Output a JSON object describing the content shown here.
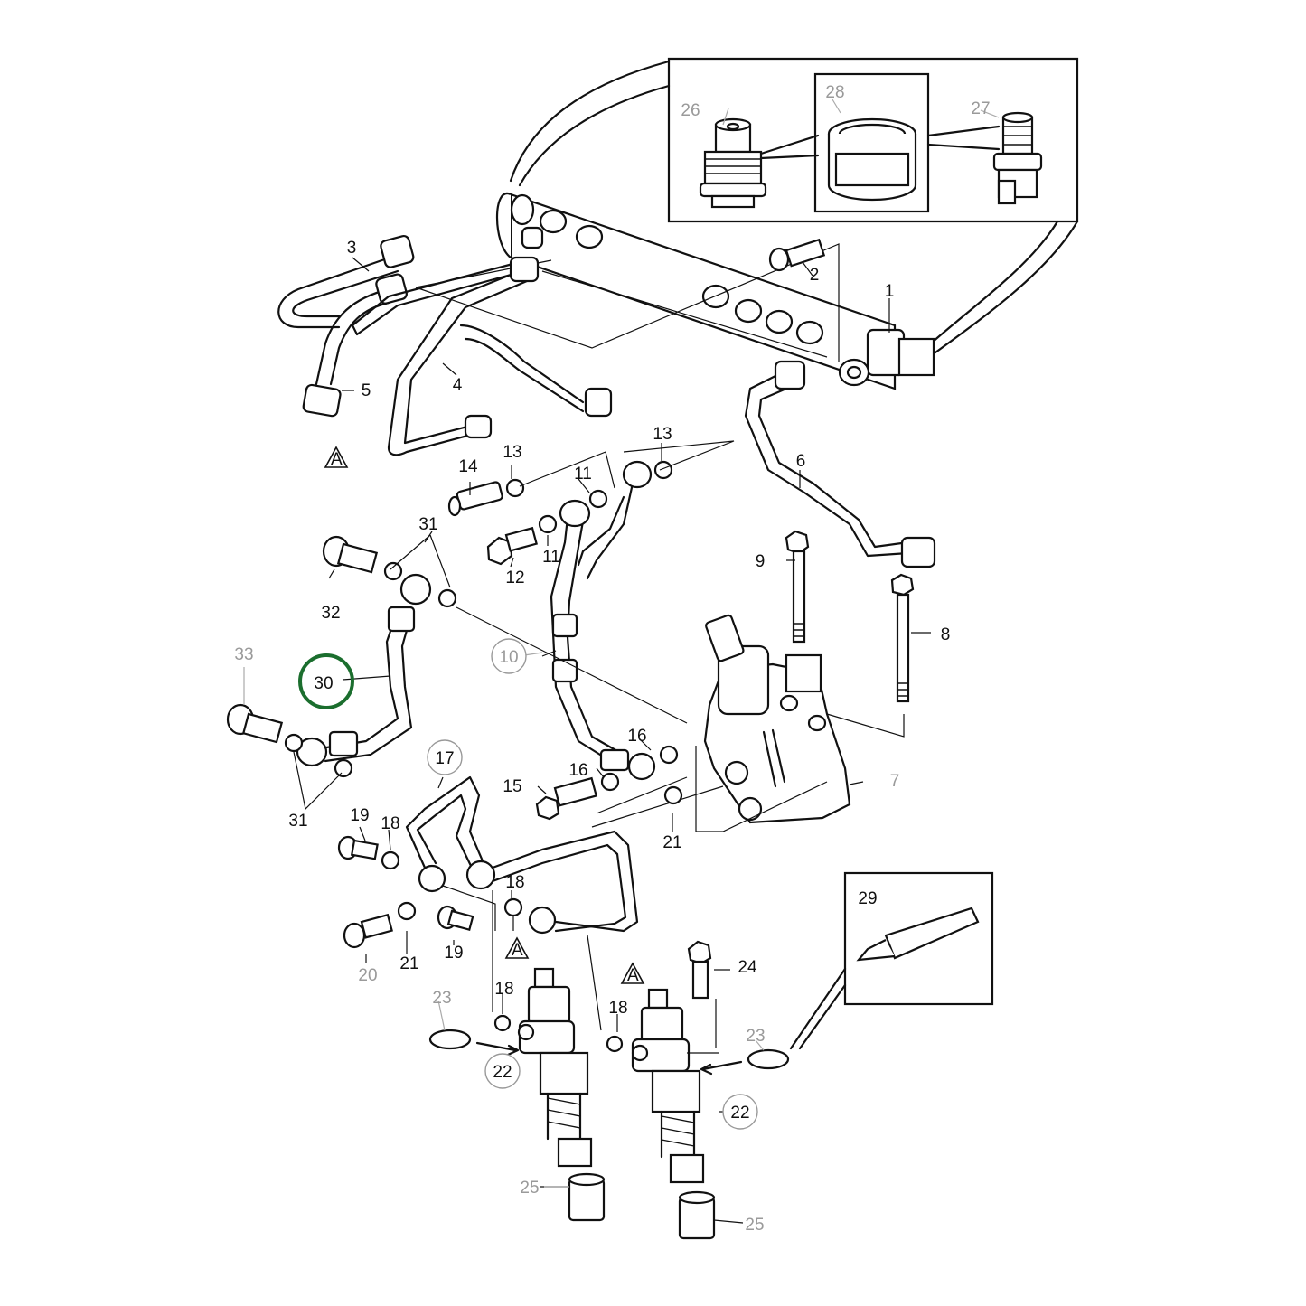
{
  "diagram": {
    "highlight": {
      "label": "30",
      "color": "#1b6e2e"
    },
    "labels": {
      "l1": "1",
      "l2": "2",
      "l3": "3",
      "l4": "4",
      "l5": "5",
      "l6": "6",
      "l7": "7",
      "l8": "8",
      "l9": "9",
      "l10": "10",
      "l11a": "11",
      "l11b": "11",
      "l12": "12",
      "l13a": "13",
      "l13b": "13",
      "l14": "14",
      "l15": "15",
      "l16a": "16",
      "l16b": "16",
      "l17": "17",
      "l18a": "18",
      "l18b": "18",
      "l18c": "18",
      "l18d": "18",
      "l19a": "19",
      "l19b": "19",
      "l20": "20",
      "l21a": "21",
      "l21b": "21",
      "l22a": "22",
      "l22b": "22",
      "l23a": "23",
      "l23b": "23",
      "l24": "24",
      "l25a": "25",
      "l25b": "25",
      "l26": "26",
      "l27": "27",
      "l28": "28",
      "l29": "29",
      "l31a": "31",
      "l31b": "31",
      "l32": "32",
      "l33": "33",
      "markA1": "A",
      "markA2": "A",
      "markA3": "A"
    }
  }
}
